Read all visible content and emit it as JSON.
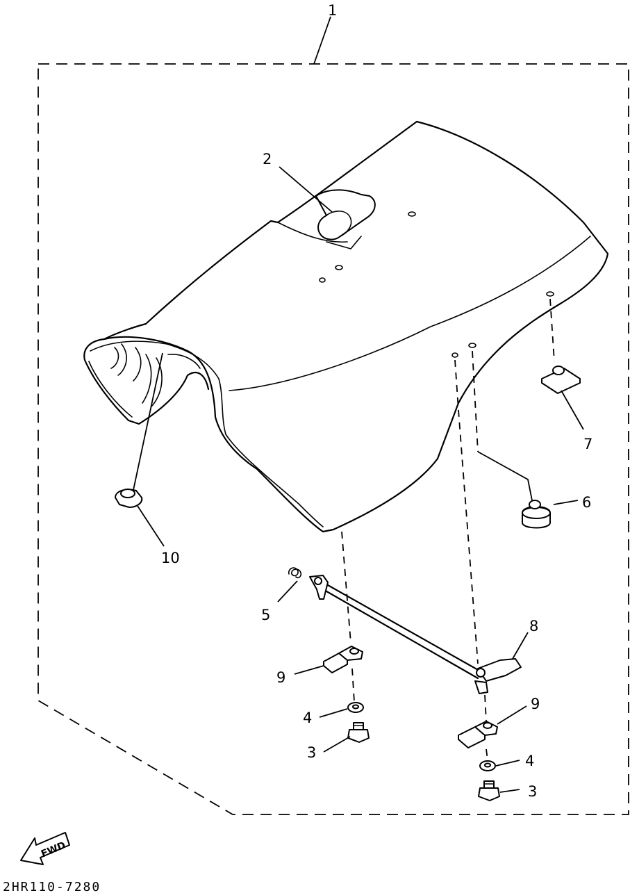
{
  "diagram": {
    "callouts": [
      {
        "id": "c1",
        "label": "1"
      },
      {
        "id": "c2",
        "label": "2"
      },
      {
        "id": "c3a",
        "label": "3"
      },
      {
        "id": "c3b",
        "label": "3"
      },
      {
        "id": "c4a",
        "label": "4"
      },
      {
        "id": "c4b",
        "label": "4"
      },
      {
        "id": "c5",
        "label": "5"
      },
      {
        "id": "c6",
        "label": "6"
      },
      {
        "id": "c7",
        "label": "7"
      },
      {
        "id": "c8",
        "label": "8"
      },
      {
        "id": "c9a",
        "label": "9"
      },
      {
        "id": "c9b",
        "label": "9"
      },
      {
        "id": "c10",
        "label": "10"
      }
    ],
    "fwd_label": "FWD",
    "drawing_code": "2HR110-7280"
  }
}
